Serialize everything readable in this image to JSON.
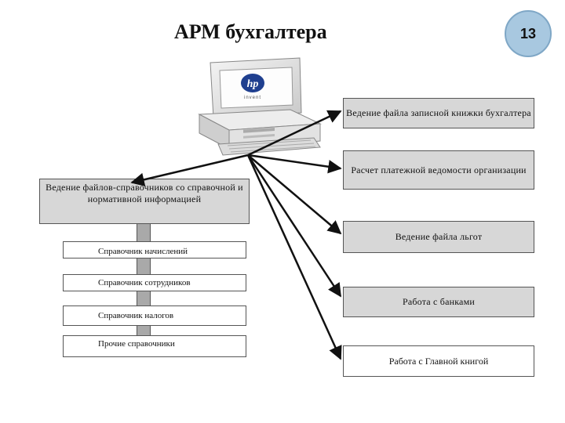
{
  "header": {
    "title": "АРМ бухгалтера",
    "slide_number": "13"
  },
  "left_main": {
    "label": "Ведение файлов-справочников со справочной и нормативной информацией"
  },
  "sub_items": [
    {
      "label": "Справочник начислений"
    },
    {
      "label": "Справочник сотрудников"
    },
    {
      "label": "Справочник налогов"
    },
    {
      "label": "Прочие справочники"
    }
  ],
  "right_items": [
    {
      "label": "Ведение файла записной книжки бухгалтера"
    },
    {
      "label": "Расчет платежной ведомости организации"
    },
    {
      "label": "Ведение файла льгот"
    },
    {
      "label": "Работа с банками"
    },
    {
      "label": "Работа с Главной книгой"
    }
  ],
  "computer": {
    "logo": "hp",
    "brand": "invent"
  },
  "colors": {
    "box_fill": "#d7d7d7",
    "badge_fill": "#a8c8e0",
    "hp_blue": "#1f3f8f"
  }
}
